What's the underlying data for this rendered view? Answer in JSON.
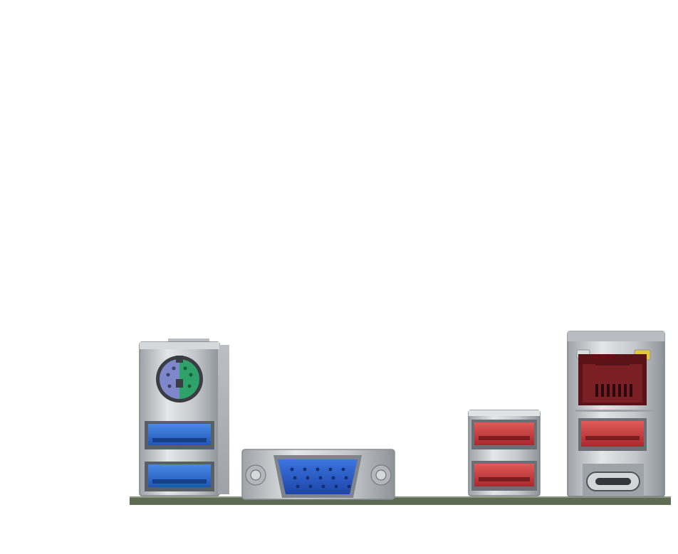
{
  "scene": {
    "subject": "motherboard-rear-io-panel",
    "background_color": "#ffffff",
    "pcb_color": "#5f6b54",
    "metal_color": "#c9ccd0",
    "colors": {
      "ps2_mouse": "#7d87c9",
      "ps2_keyboard": "#2fa26a",
      "usb3": "#2f6fd0",
      "usb_red": "#c73c3c",
      "vga": "#2456c4",
      "rj45": "#7a1f24",
      "led_green": "#d9dede",
      "led_yellow": "#e3c83a"
    }
  },
  "ports": [
    {
      "name": "ps2-combo",
      "icon": "ps2-port-icon"
    },
    {
      "name": "usb3-top-left",
      "icon": "usb-port-icon"
    },
    {
      "name": "usb3-bottom-left",
      "icon": "usb-port-icon"
    },
    {
      "name": "vga",
      "icon": "vga-port-icon"
    },
    {
      "name": "usb-red-top-middle",
      "icon": "usb-port-icon"
    },
    {
      "name": "usb-red-bottom-middle",
      "icon": "usb-port-icon"
    },
    {
      "name": "rj45-lan",
      "icon": "ethernet-port-icon"
    },
    {
      "name": "usb-red-right",
      "icon": "usb-port-icon"
    },
    {
      "name": "usb-type-c",
      "icon": "usb-c-port-icon"
    }
  ]
}
